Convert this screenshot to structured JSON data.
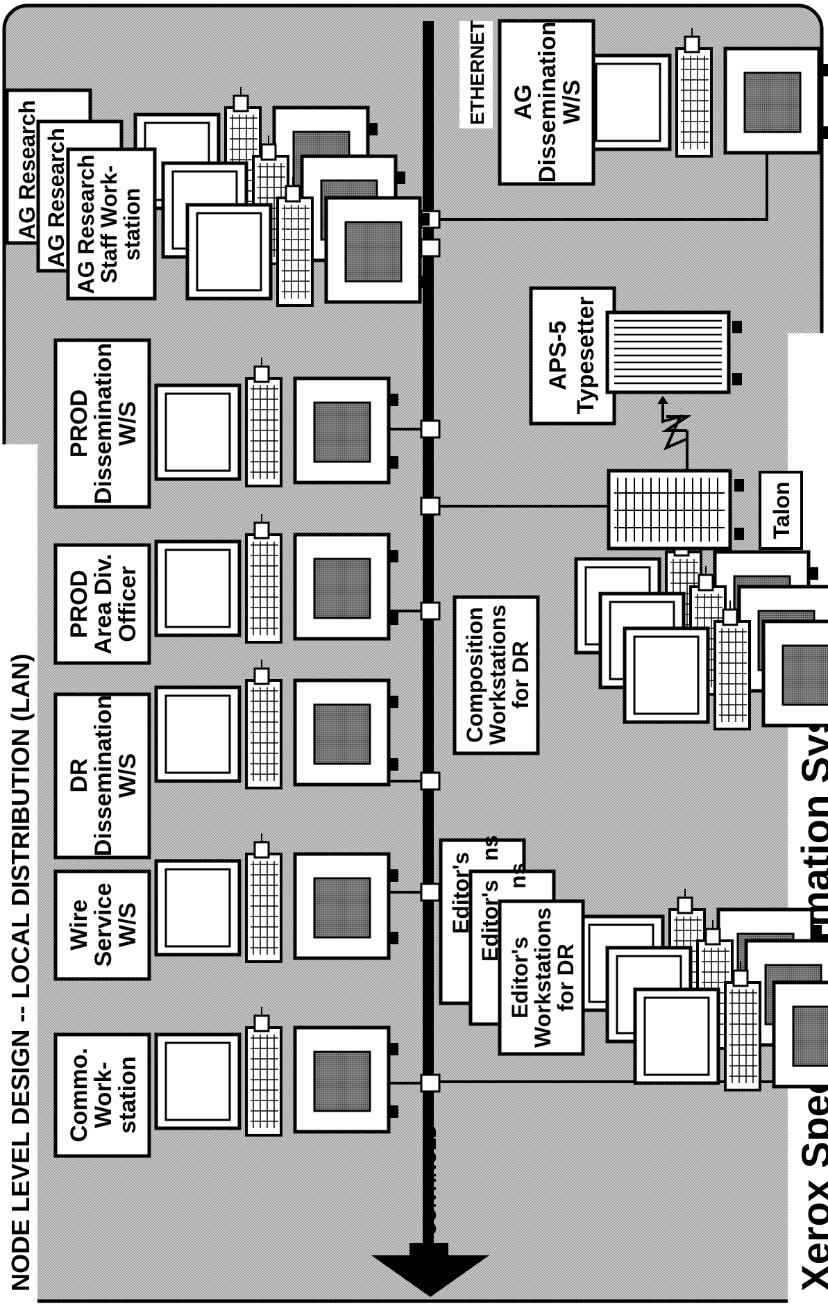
{
  "diagram": {
    "title": "NODE LEVEL DESIGN -- LOCAL DISTRIBUTION (LAN)",
    "company": "Xerox Special Information Systems",
    "network_label": "ETHERNET",
    "continued_label": "CONTINUED",
    "colors": {
      "background_halftone": "#b8b8b8",
      "ink": "#000000",
      "paper": "#ffffff",
      "screen_fill": "#707070"
    },
    "top_row_stations": [
      {
        "lines": [
          "Commo.",
          "Work-",
          "station"
        ]
      },
      {
        "lines": [
          "Wire",
          "Service",
          "W/S"
        ]
      },
      {
        "lines": [
          "DR",
          "Dissemination",
          "W/S"
        ]
      },
      {
        "lines": [
          "PROD",
          "Area Div.",
          "Officer"
        ]
      },
      {
        "lines": [
          "PROD",
          "Dissemination",
          "W/S"
        ]
      }
    ],
    "ag_research_group": {
      "back_labels": [
        "AG Research",
        "AG Research"
      ],
      "front_lines": [
        "AG Research",
        "Staff Work-",
        "station"
      ]
    },
    "editors_group": {
      "back_labels": [
        "Editor's",
        "Editor's"
      ],
      "back_partial": "ns",
      "front_lines": [
        "Editor's",
        "Workstations",
        "for DR"
      ]
    },
    "composition_group": {
      "lines": [
        "Composition",
        "Workstations",
        "for DR"
      ]
    },
    "ag_dissemination": {
      "lines": [
        "AG",
        "Dissemination",
        "W/S"
      ]
    },
    "typesetter": {
      "lines": [
        "APS-5",
        "Typesetter"
      ]
    },
    "talon": {
      "label": "Talon"
    }
  }
}
